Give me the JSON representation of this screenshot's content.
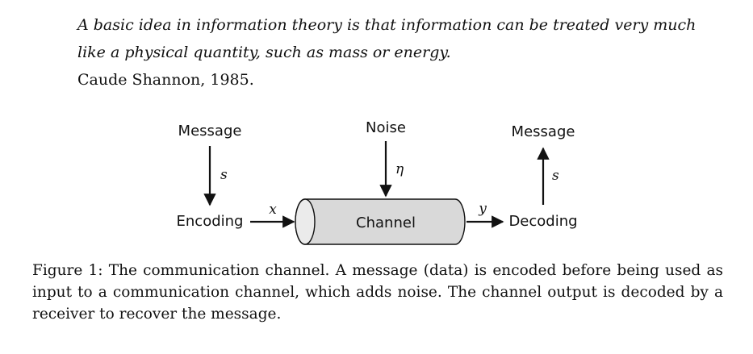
{
  "quote": {
    "line1": "A basic idea in information theory is that information can be treated very much",
    "line2": "like a physical quantity, such as mass or energy.",
    "attribution": "Caude Shannon, 1985."
  },
  "diagram": {
    "source_message_label": "Message",
    "noise_label": "Noise",
    "dest_message_label": "Message",
    "encoding_label": "Encoding",
    "channel_label": "Channel",
    "decoding_label": "Decoding",
    "var_s_source": "s",
    "var_eta": "η",
    "var_s_dest": "s",
    "var_x": "x",
    "var_y": "y",
    "colors": {
      "channel_fill": "#d9d9d9",
      "stroke": "#111111"
    }
  },
  "caption": {
    "text": "Figure 1: The communication channel. A message (data) is encoded before being used as input to a communication channel, which adds noise. The channel output is decoded by a receiver to recover the message."
  }
}
